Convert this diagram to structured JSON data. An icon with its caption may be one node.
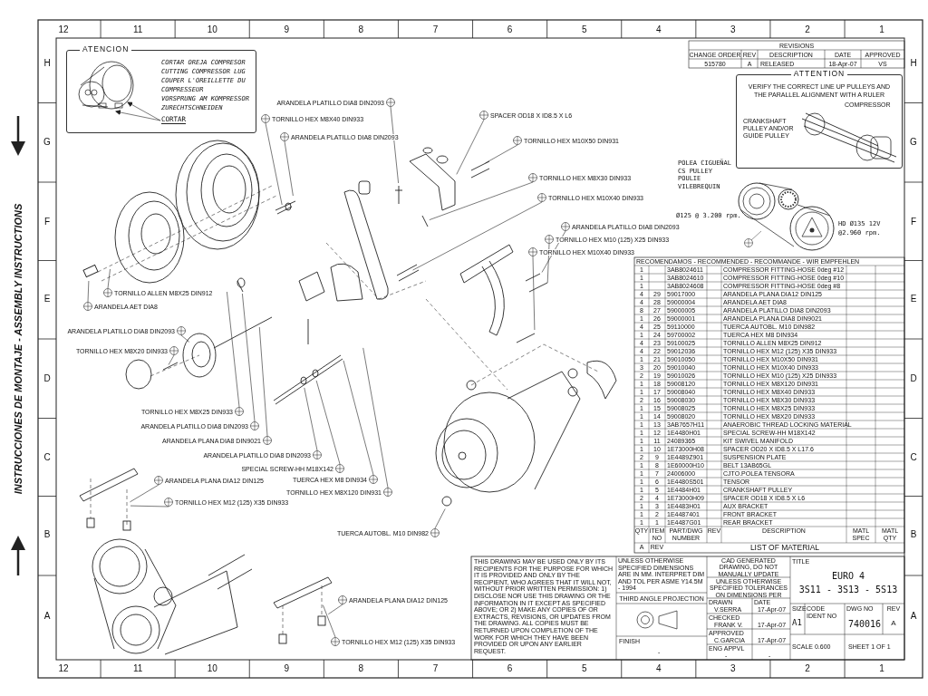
{
  "diagram": {
    "nodes": [
      {
        "text": [
          "ATENCION",
          "CORTAR OREJA COMPRESOR",
          "CUTTING COMPRESSOR LUG",
          "COUPER L'OREILLETTE DU COMPRESSEUR",
          "VORSPRUNG AM KOMPRESSOR ZURECHTSCHNEIDEN"
        ]
      },
      {
        "text": [
          "CORTAR"
        ],
        "in": 0
      },
      {
        "text": [
          "ATTENTION",
          "VERIFY THE CORRECT LINE UP PULLEYS AND THE PARALLEL ALIGNMENT WITH A RULER"
        ]
      },
      {
        "text": [
          "TORNILLO HEX M8X40 DIN933"
        ]
      },
      {
        "text": [
          "ARANDELA PLATILLO DIA8 DIN2093"
        ]
      },
      {
        "text": [
          "ARANDELA PLATILLO DIA8 DIN2093"
        ]
      },
      {
        "text": [
          "SPACER OD18 X ID8.5 X L6"
        ]
      },
      {
        "text": [
          "TORNILLO HEX M10X50 DIN931"
        ]
      },
      {
        "text": [
          "TORNILLO HEX M8X30 DIN933"
        ]
      },
      {
        "text": [
          "TORNILLO HEX M10X40 DIN933"
        ]
      },
      {
        "text": [
          "ARANDELA PLATILLO DIA8 DIN2093"
        ]
      },
      {
        "text": [
          "TORNILLO HEX M10 (125) X25 DIN933"
        ]
      },
      {
        "text": [
          "TORNILLO HEX M10X40 DIN933"
        ]
      },
      {
        "text": [
          "TORNILLO ALLEN M8X25 DIN912"
        ]
      },
      {
        "text": [
          "ARANDELA AET DIA8"
        ]
      },
      {
        "text": [
          "ARANDELA PLATILLO DIA8 DIN2093"
        ]
      },
      {
        "text": [
          "TORNILLO HEX M8X20 DIN933"
        ]
      },
      {
        "text": [
          "TORNILLO HEX M8X25 DIN933"
        ]
      },
      {
        "text": [
          "ARANDELA PLATILLO DIA8 DIN2093"
        ]
      },
      {
        "text": [
          "ARANDELA PLANA DIA8 DIN9021"
        ]
      },
      {
        "text": [
          "ARANDELA PLATILLO DIA8 DIN2093"
        ]
      },
      {
        "text": [
          "SPECIAL SCREW-HH M18X142"
        ]
      },
      {
        "text": [
          "TUERCA HEX M8 DIN934"
        ]
      },
      {
        "text": [
          "TORNILLO HEX M8X120 DIN931"
        ]
      },
      {
        "text": [
          "ARANDELA PLANA DIA12 DIN125"
        ]
      },
      {
        "text": [
          "TORNILLO HEX M12 (125) X35 DIN933"
        ]
      },
      {
        "text": [
          "TUERCA AUTOBL. M10 DIN982"
        ]
      },
      {
        "text": [
          "ARANDELA PLANA DIA12 DIN125"
        ]
      },
      {
        "text": [
          "TORNILLO HEX M12 (125) X35 DIN933"
        ]
      }
    ],
    "edges": [
      {
        "from": 1,
        "to": null,
        "arrow": "to"
      },
      {
        "from": 1,
        "to": null,
        "arrow": "to"
      },
      {
        "from": 3,
        "to": null,
        "arrow": "none"
      },
      {
        "from": 4,
        "to": null,
        "arrow": "none"
      },
      {
        "from": 5,
        "to": null,
        "arrow": "none"
      },
      {
        "from": 6,
        "to": null,
        "arrow": "none"
      },
      {
        "from": 7,
        "to": null,
        "arrow": "none"
      },
      {
        "from": 8,
        "to": null,
        "arrow": "none"
      },
      {
        "from": 9,
        "to": null,
        "arrow": "none"
      },
      {
        "from": 10,
        "to": null,
        "arrow": "none"
      },
      {
        "from": 11,
        "to": null,
        "arrow": "none"
      },
      {
        "from": 12,
        "to": null,
        "arrow": "none"
      },
      {
        "from": 13,
        "to": null,
        "arrow": "none"
      },
      {
        "from": 14,
        "to": null,
        "arrow": "none"
      },
      {
        "from": 15,
        "to": null,
        "arrow": "none"
      },
      {
        "from": 16,
        "to": null,
        "arrow": "none"
      },
      {
        "from": 17,
        "to": null,
        "arrow": "none"
      },
      {
        "from": 18,
        "to": null,
        "arrow": "none"
      },
      {
        "from": 19,
        "to": null,
        "arrow": "none"
      },
      {
        "from": 20,
        "to": null,
        "arrow": "none"
      },
      {
        "from": 21,
        "to": null,
        "arrow": "none"
      },
      {
        "from": 22,
        "to": null,
        "arrow": "none"
      },
      {
        "from": 23,
        "to": null,
        "arrow": "none"
      },
      {
        "from": 24,
        "to": null,
        "arrow": "none"
      },
      {
        "from": 25,
        "to": null,
        "arrow": "none"
      },
      {
        "from": 26,
        "to": null,
        "arrow": "none"
      },
      {
        "from": 27,
        "to": null,
        "arrow": "none"
      },
      {
        "from": 28,
        "to": null,
        "arrow": "none"
      }
    ],
    "labels": [
      "12",
      "11",
      "10",
      "9",
      "8",
      "7",
      "6",
      "5",
      "4",
      "3",
      "2",
      "1",
      "H",
      "G",
      "F",
      "E",
      "D",
      "C",
      "B",
      "A",
      "H",
      "G",
      "F",
      "E",
      "D",
      "C",
      "B",
      "A",
      "INSTRUCCIONES DE MONTAJE - ASSEMBLY INSTRUCTIONS",
      "REVISIONS",
      "CHANGE ORDER",
      "REV",
      "DESCRIPTION",
      "DATE",
      "APPROVED",
      "515780",
      "A",
      "RELEASED",
      "18-Apr-07",
      "VS",
      "COMPRESSOR",
      "CRANKSHAFT PULLEY AND/OR GUIDE PULLEY",
      "POLEA CIGUEÑAL CS PULLEY POULIE VILEBREQUIN",
      "Ø125 @ 3.200 rpm.",
      "HD Ø135 12V",
      "@2.960 rpm.",
      "RECOMENDAMOS - RECOMMENDED - RECOMMANDE - WIR EMPFEHLEN",
      "1",
      "3AB8024611",
      "COMPRESSOR FITTING-HOSE 0deg #12",
      "1",
      "3AB8024610",
      "COMPRESSOR FITTING-HOSE 0deg #10",
      "1",
      "3AB8024608",
      "COMPRESSOR FITTING-HOSE 0deg #8",
      "4",
      "29",
      "59017000",
      "ARANDELA PLANA DIA12 DIN125",
      "4",
      "28",
      "59000004",
      "ARANDELA AET DIA8",
      "8",
      "27",
      "59000005",
      "ARANDELA PLATILLO DIA8 DIN2093",
      "1",
      "26",
      "59000001",
      "ARANDELA PLANA DIA8 DIN9021",
      "4",
      "25",
      "59110000",
      "TUERCA AUTOBL. M10 DIN982",
      "1",
      "24",
      "59700002",
      "TUERCA HEX M8 DIN934",
      "4",
      "23",
      "59100025",
      "TORNILLO ALLEN M8X25 DIN912",
      "4",
      "22",
      "59012036",
      "TORNILLO HEX M12 (125) X35 DIN933",
      "1",
      "21",
      "59010050",
      "TORNILLO HEX M10X50 DIN931",
      "3",
      "20",
      "59010040",
      "TORNILLO HEX M10X40 DIN933",
      "2",
      "19",
      "59010026",
      "TORNILLO HEX M10 (125) X25 DIN933",
      "1",
      "18",
      "59008120",
      "TORNILLO HEX M8X120 DIN931",
      "1",
      "17",
      "59008040",
      "TORNILLO HEX M8X40 DIN933",
      "2",
      "16",
      "59008030",
      "TORNILLO HEX M8X30 DIN933",
      "1",
      "15",
      "59008025",
      "TORNILLO HEX M8X25 DIN933",
      "1",
      "14",
      "59008020",
      "TORNILLO HEX M8X20 DIN933",
      "1",
      "13",
      "3AB7657H11",
      "ANAEROBIC THREAD LOCKING MATERIAL",
      "1",
      "12",
      "1E4480H01",
      "SPECIAL SCREW-HH M18X142",
      "1",
      "11",
      "24089365",
      "KIT SWIVEL MANIFOLD",
      "1",
      "10",
      "1E73000H08",
      "SPACER OD20 X ID8.5 X L17.6",
      "2",
      "9",
      "1E4489Z901",
      "SUSPENSION PLATE",
      "1",
      "8",
      "1E60000H10",
      "BELT 13AB65GL",
      "1",
      "7",
      "24006000",
      "CJTO.POLEA TENSORA",
      "1",
      "6",
      "1E4480S501",
      "TENSOR",
      "1",
      "5",
      "1E4484H01",
      "CRANKSHAFT PULLEY",
      "2",
      "4",
      "1E73000H09",
      "SPACER OD18 X ID8.5 X L6",
      "1",
      "3",
      "1E4483H01",
      "AUX BRACKET",
      "1",
      "2",
      "1E4487401",
      "FRONT BRACKET",
      "1",
      "1",
      "1E4487G01",
      "REAR BRACKET",
      "QTY",
      "ITEM NO",
      "PART/DWG NUMBER",
      "REV",
      "DESCRIPTION",
      "MATL SPEC",
      "MATL QTY",
      "A",
      "REV",
      "LIST OF MATERIAL",
      "THIS DRAWING MAY BE USED ONLY BY ITS RECIPIENTS FOR THE PURPOSE FOR WHICH IT IS PROVIDED AND ONLY BY THE RECIPIENT, WHO AGREES THAT IT WILL NOT, WITHOUT PRIOR WRITTEN PERMISSION: 1) DISCLOSE NOR USE THIS DRAWING OR THE INFORMATION IN IT EXCEPT AS SPECIFIED ABOVE; OR 2) MAKE ANY COPIES OF OR EXTRACTS, REVISIONS, OR UPDATES FROM THE DRAWING. ALL COPIES MUST BE RETURNED UPON COMPLETION OF THE WORK FOR WHICH THEY HAVE BEEN PROVIDED OR UPON ANY EARLIER REQUEST.",
      "UNLESS OTHERWISE SPECIFIED DIMENSIONS ARE IN MM. INTERPRET DIM AND TOL PER ASME Y14.5M - 1994",
      "THIRD ANGLE PROJECTION",
      "FINISH",
      "-",
      "CAD GENERATED DRAWING, DO NOT MANUALLY UPDATE",
      "UNLESS OTHERWISE SPECIFIED TOLERANCES ON DIMENSIONS PER",
      "DRAWN",
      "DATE",
      "V.SERRA",
      "17-Apr-07",
      "CHECKED",
      "FRANK V.",
      "17-Apr-07",
      "APPROVED",
      "C.GARCIA",
      "17-Apr-07",
      "ENG APPVL",
      "-",
      "-",
      "TITLE",
      "EURO 4",
      "3S11 - 3S13 - 5S13",
      "SIZE",
      "A1",
      "CODE IDENT NO",
      "DWG NO",
      "740016",
      "REV",
      "A",
      "SCALE 0.600",
      "SHEET 1 OF 1",
      "12",
      "11",
      "10",
      "9",
      "8",
      "7",
      "6",
      "5",
      "4",
      "3",
      "2",
      "1"
    ]
  }
}
